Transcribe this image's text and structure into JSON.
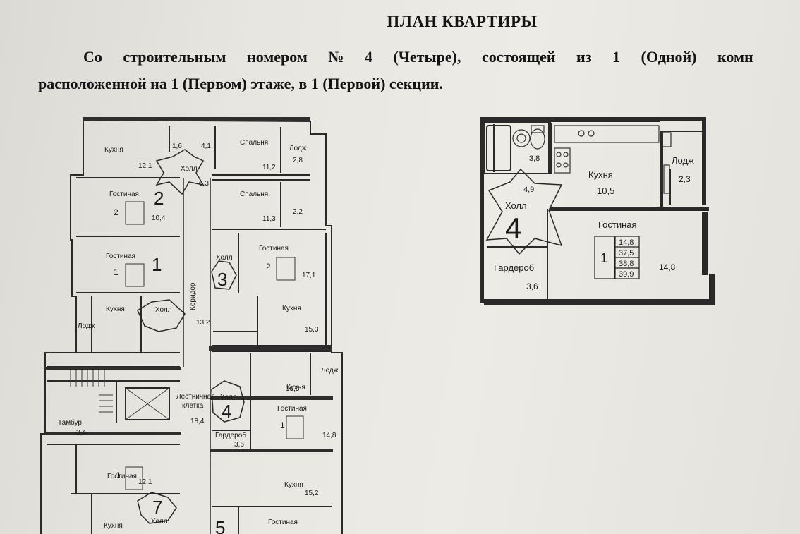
{
  "header": {
    "title": "ПЛАН КВАРТИРЫ",
    "line1": "Со строительным номером № 4 (Четыре), состоящей из 1 (Одной) комн",
    "line2": "расположенной на 1 (Первом) этаже, в 1 (Первой) секции."
  },
  "apartment_plan": {
    "number": "4",
    "rooms_badge": "1",
    "areas": [
      "14,8",
      "37,5",
      "38,8",
      "39,9"
    ],
    "rooms": {
      "bathroom": "3,8",
      "kitchen_name": "Кухня",
      "kitchen": "10,5",
      "loggia_name": "Лодж",
      "loggia": "2,3",
      "hall_area": "4,9",
      "hall_name": "Холл",
      "living_name": "Гостиная",
      "living": "14,8",
      "wardrobe_name": "Гардероб",
      "wardrobe": "3,6"
    }
  },
  "floor_plan": {
    "apartments": [
      "2",
      "1",
      "3",
      "4",
      "7",
      "5"
    ],
    "labels": {
      "kitchen": "Кухня",
      "living": "Гостиная",
      "bedroom": "Спальня",
      "hall": "Холл",
      "loggia": "Лодж",
      "corridor": "Коридор",
      "stair": "Лестничная клетка",
      "tambour": "Тамбур",
      "wardrobe": "Гардероб"
    },
    "areas": [
      "12,1",
      "1,6",
      "4,1",
      "11,2",
      "2,8",
      "6,3",
      "10,4",
      "11,3",
      "2,2",
      "17,1",
      "15,3",
      "10,5",
      "14,8",
      "15,2",
      "12,1",
      "3,6",
      "13,2",
      "18,4",
      "3,4"
    ],
    "badges": [
      "2",
      "1",
      "2",
      "1",
      "1"
    ]
  }
}
